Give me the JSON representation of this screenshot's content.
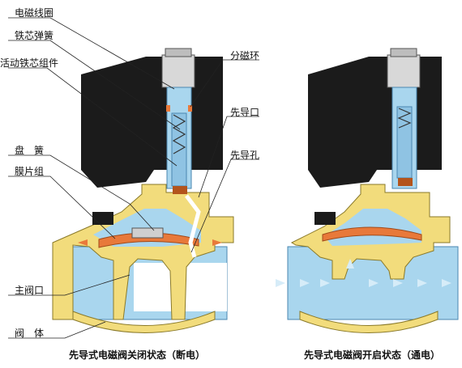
{
  "labels": {
    "coil": "电磁线圈",
    "core_spring": "铁芯弹簧",
    "moving_core": "活动铁芯组件",
    "disc_spring": "盘　簧",
    "diaphragm": "膜片组",
    "main_port": "主阀口",
    "valve_body": "阀　体",
    "shading_ring": "分磁环",
    "pilot_port": "先导口",
    "pilot_hole": "先导孔"
  },
  "captions": {
    "closed": "先导式电磁阀关闭状态（断电）",
    "open": "先导式电磁阀开启状态（通电）"
  },
  "colors": {
    "coil": "#1b1b1b",
    "brass": "#f2dc7c",
    "water": "#a9d6ee",
    "diaphragm": "#e8793a",
    "metal": "#c8c8c8"
  }
}
